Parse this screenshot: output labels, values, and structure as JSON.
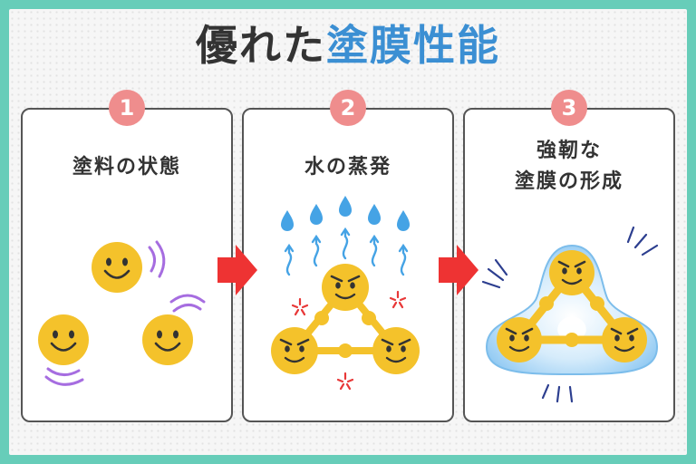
{
  "title": {
    "part1": "優れた",
    "part2": "塗膜性能"
  },
  "steps": [
    {
      "number": "1",
      "caption_lines": [
        "塗料の状態"
      ]
    },
    {
      "number": "2",
      "caption_lines": [
        "水の蒸発"
      ]
    },
    {
      "number": "3",
      "caption_lines": [
        "強靭な",
        "塗膜の形成"
      ]
    }
  ],
  "colors": {
    "background": "#67cdb9",
    "accent_title": "#3b8fd3",
    "badge": "#ef8d8d",
    "arrow": "#ee3333",
    "face": "#f4c22b",
    "vibration": "#a66de0",
    "water_drop": "#45a3e5",
    "film": "#a9d6f5"
  },
  "icons": [
    "smiley-face-icon",
    "vibration-icon",
    "water-drop-icon",
    "steam-arrow-icon",
    "spark-icon",
    "right-arrow-icon"
  ]
}
